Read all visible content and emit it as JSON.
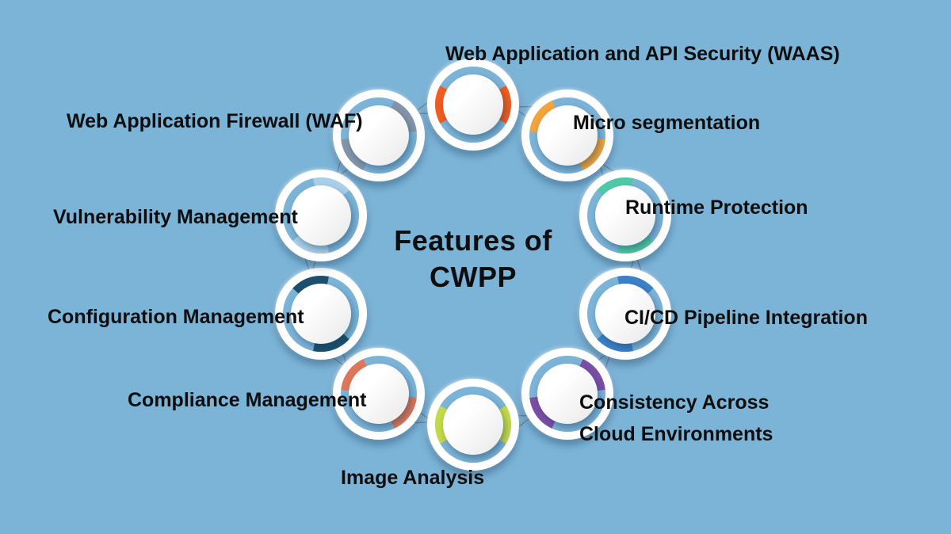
{
  "background_color": "#7CB4D8",
  "text_color": "#0E0E0E",
  "connector_color": "#6F8190",
  "title": {
    "line1": "Features of",
    "line2": "CWPP"
  },
  "features": [
    {
      "label": "Web Application and API Security (WAAS)",
      "color": "#F25C1E"
    },
    {
      "label": "Micro segmentation",
      "color": "#F1A43A"
    },
    {
      "label": "Runtime Protection",
      "color": "#4FC9A5"
    },
    {
      "label": "CI/CD Pipeline Integration",
      "color": "#3C80C8"
    },
    {
      "label": "Consistency Across Cloud Environments",
      "color": "#7C4EA6"
    },
    {
      "label": "Image Analysis",
      "color": "#C5DA48"
    },
    {
      "label": "Compliance Management",
      "color": "#DE7759"
    },
    {
      "label": "Configuration Management",
      "color": "#1C4F6E"
    },
    {
      "label": "Vulnerability Management",
      "color": "#AACFEA"
    },
    {
      "label": "Web Application Firewall (WAF)",
      "color": "#8595A9"
    }
  ]
}
